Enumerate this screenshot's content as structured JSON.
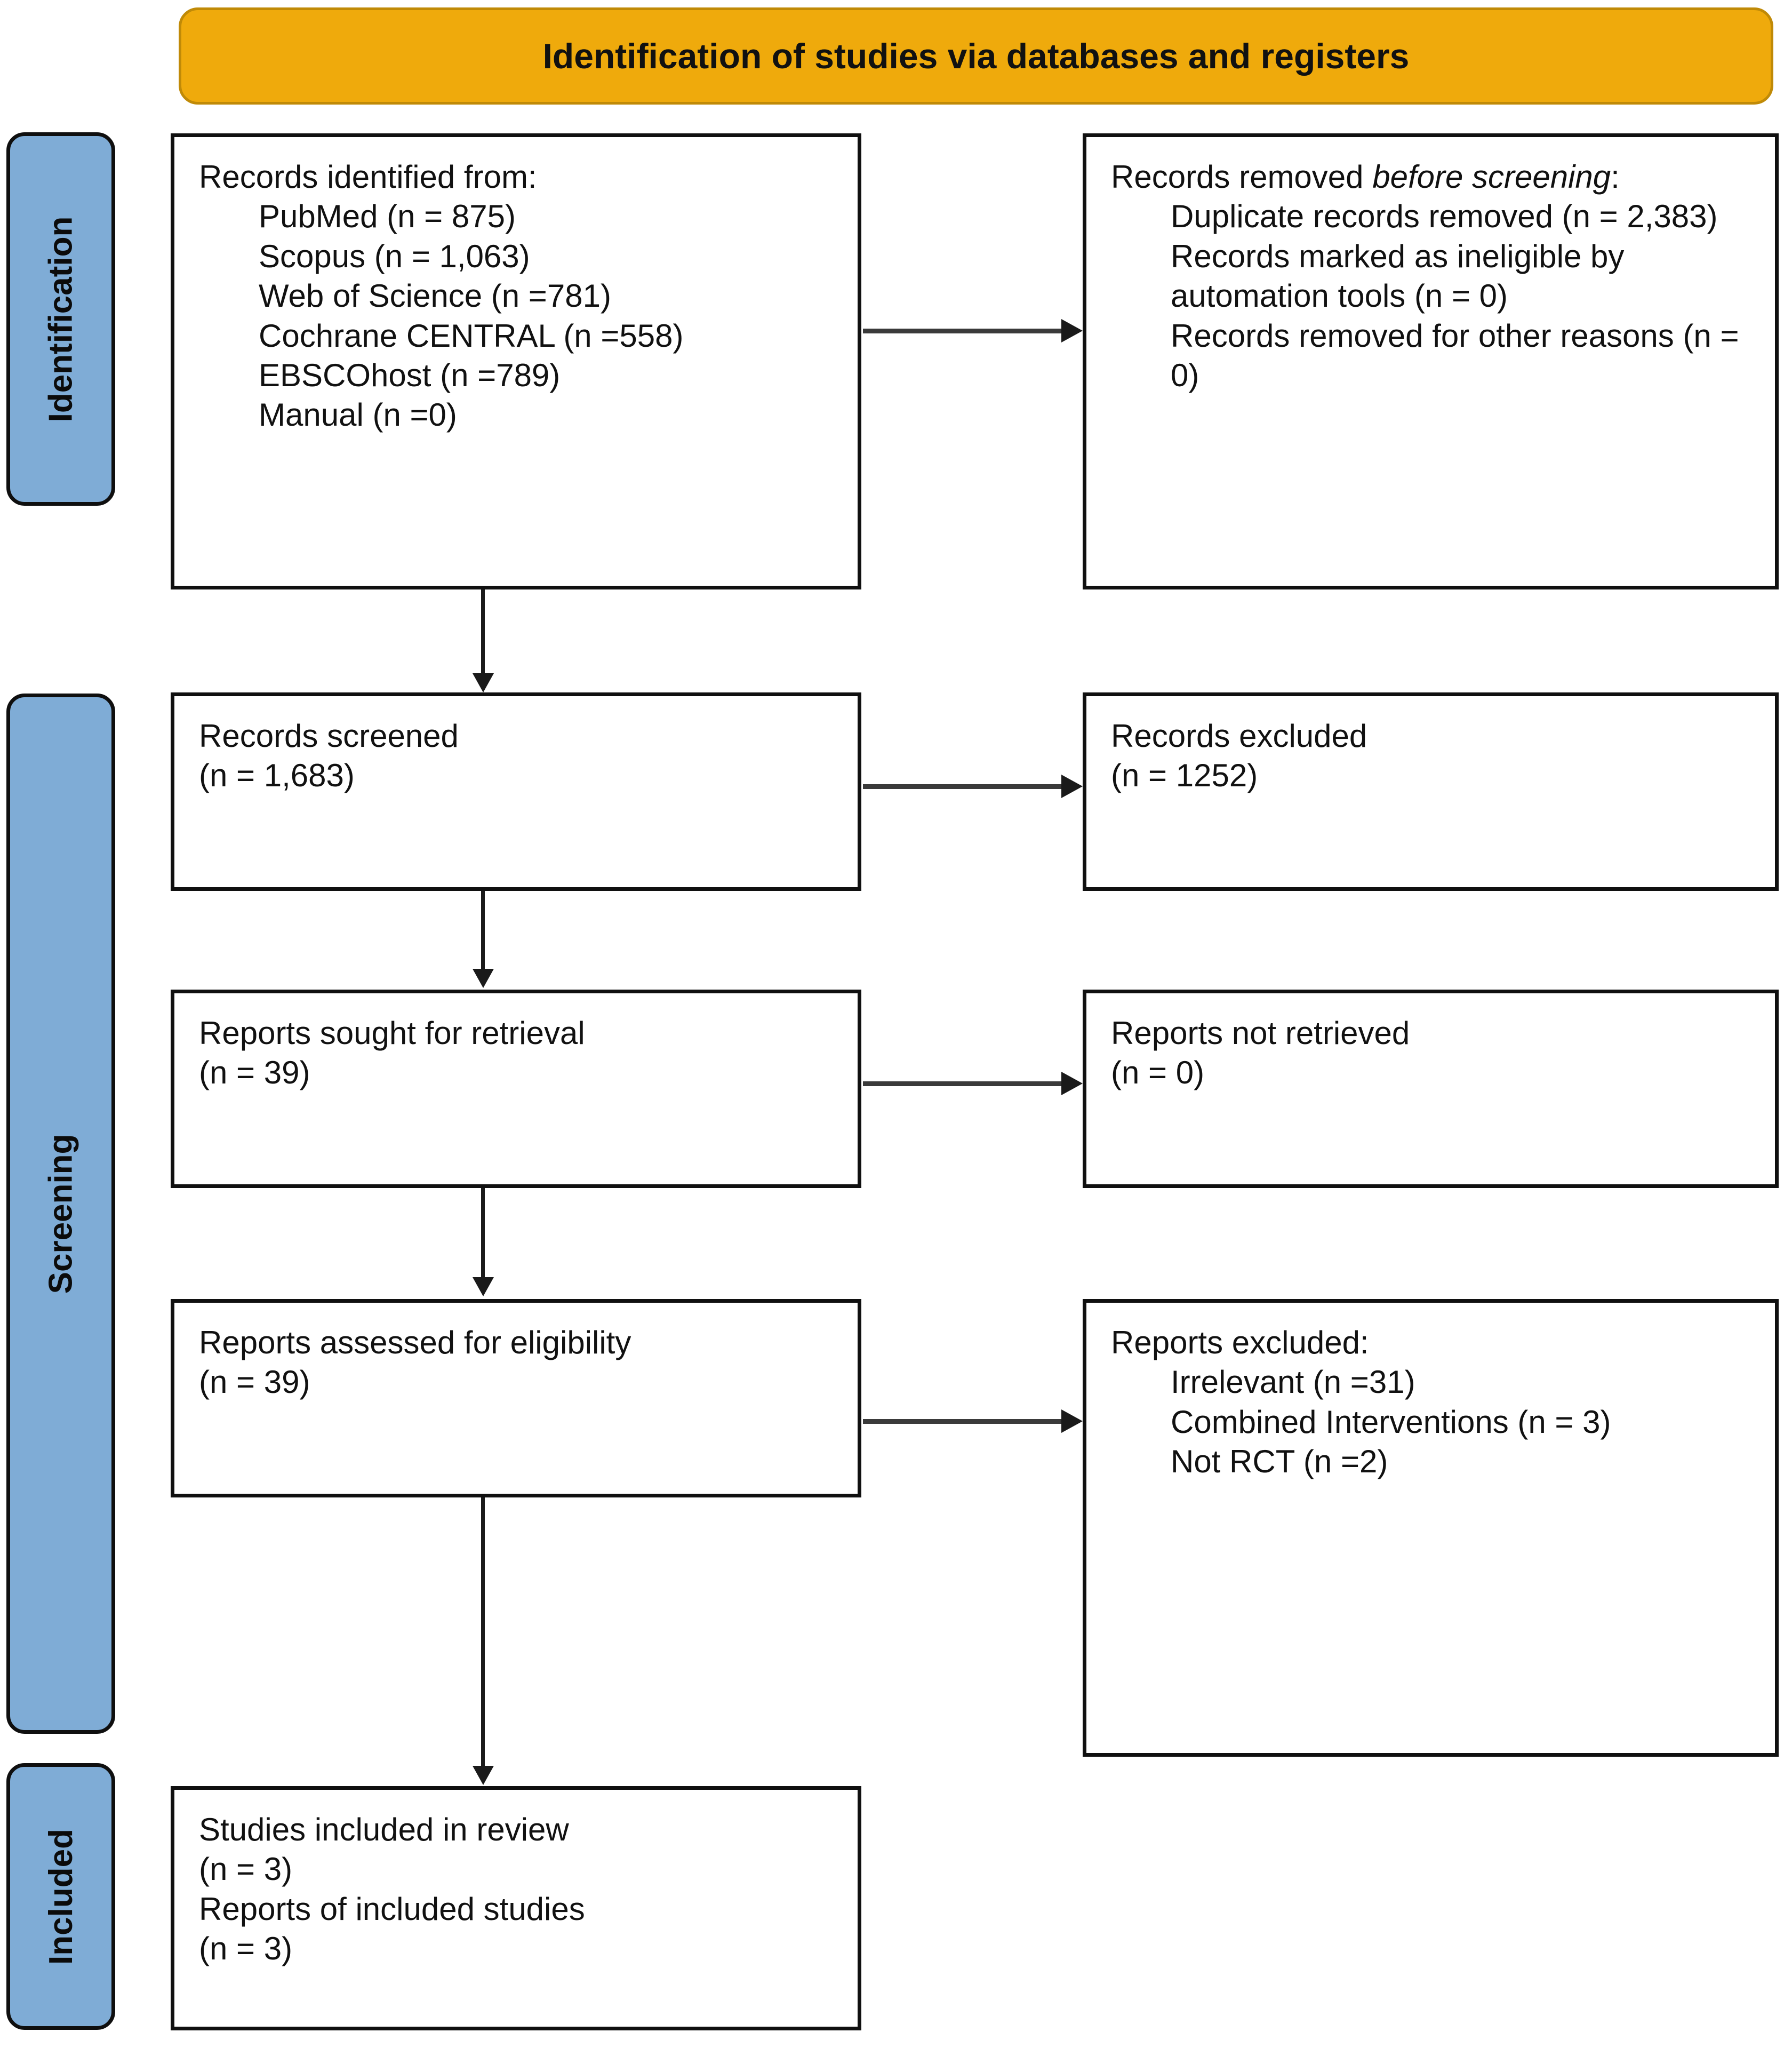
{
  "banner": {
    "title": "Identification of studies via databases and registers"
  },
  "stages": [
    {
      "label": "Identification",
      "name": "stage-identification"
    },
    {
      "label": "Screening",
      "name": "stage-screening"
    },
    {
      "label": "Included",
      "name": "stage-included"
    }
  ],
  "boxes": {
    "records_identified": {
      "heading": "Records identified from:",
      "items": [
        "PubMed (n = 875)",
        "Scopus (n = 1,063)",
        "Web of Science (n =781)",
        "Cochrane CENTRAL (n =558)",
        "EBSCOhost (n =789)",
        "Manual (n =0)"
      ]
    },
    "records_removed": {
      "heading_part1": "Records removed ",
      "heading_italic": "before screening",
      "heading_part2": ":",
      "items": [
        "Duplicate records removed (n = 2,383)",
        "Records marked as ineligible by automation tools (n = 0)",
        "Records removed for other reasons (n = 0)"
      ]
    },
    "records_screened": {
      "line1": "Records screened",
      "line2": "(n = 1,683)"
    },
    "records_excluded": {
      "line1": "Records excluded",
      "line2": "(n = 1252)"
    },
    "reports_sought": {
      "line1": "Reports sought for retrieval",
      "line2": "(n = 39)"
    },
    "reports_not_retrieved": {
      "line1": "Reports not retrieved",
      "line2": "(n = 0)"
    },
    "reports_assessed": {
      "line1": "Reports assessed for eligibility",
      "line2": "(n = 39)"
    },
    "reports_excluded": {
      "heading": "Reports excluded:",
      "items": [
        "Irrelevant (n =31)",
        "Combined Interventions (n = 3)",
        "Not RCT (n =2)"
      ]
    },
    "studies_included": {
      "line1": "Studies included in review",
      "line2": "(n = 3)",
      "line3": "Reports of included studies",
      "line4": "(n = 3)"
    }
  },
  "colors": {
    "banner_fill": "#EFAA0C",
    "stage_fill": "#7FACD6",
    "box_border": "#101010",
    "connector": "#1a1a1a"
  }
}
